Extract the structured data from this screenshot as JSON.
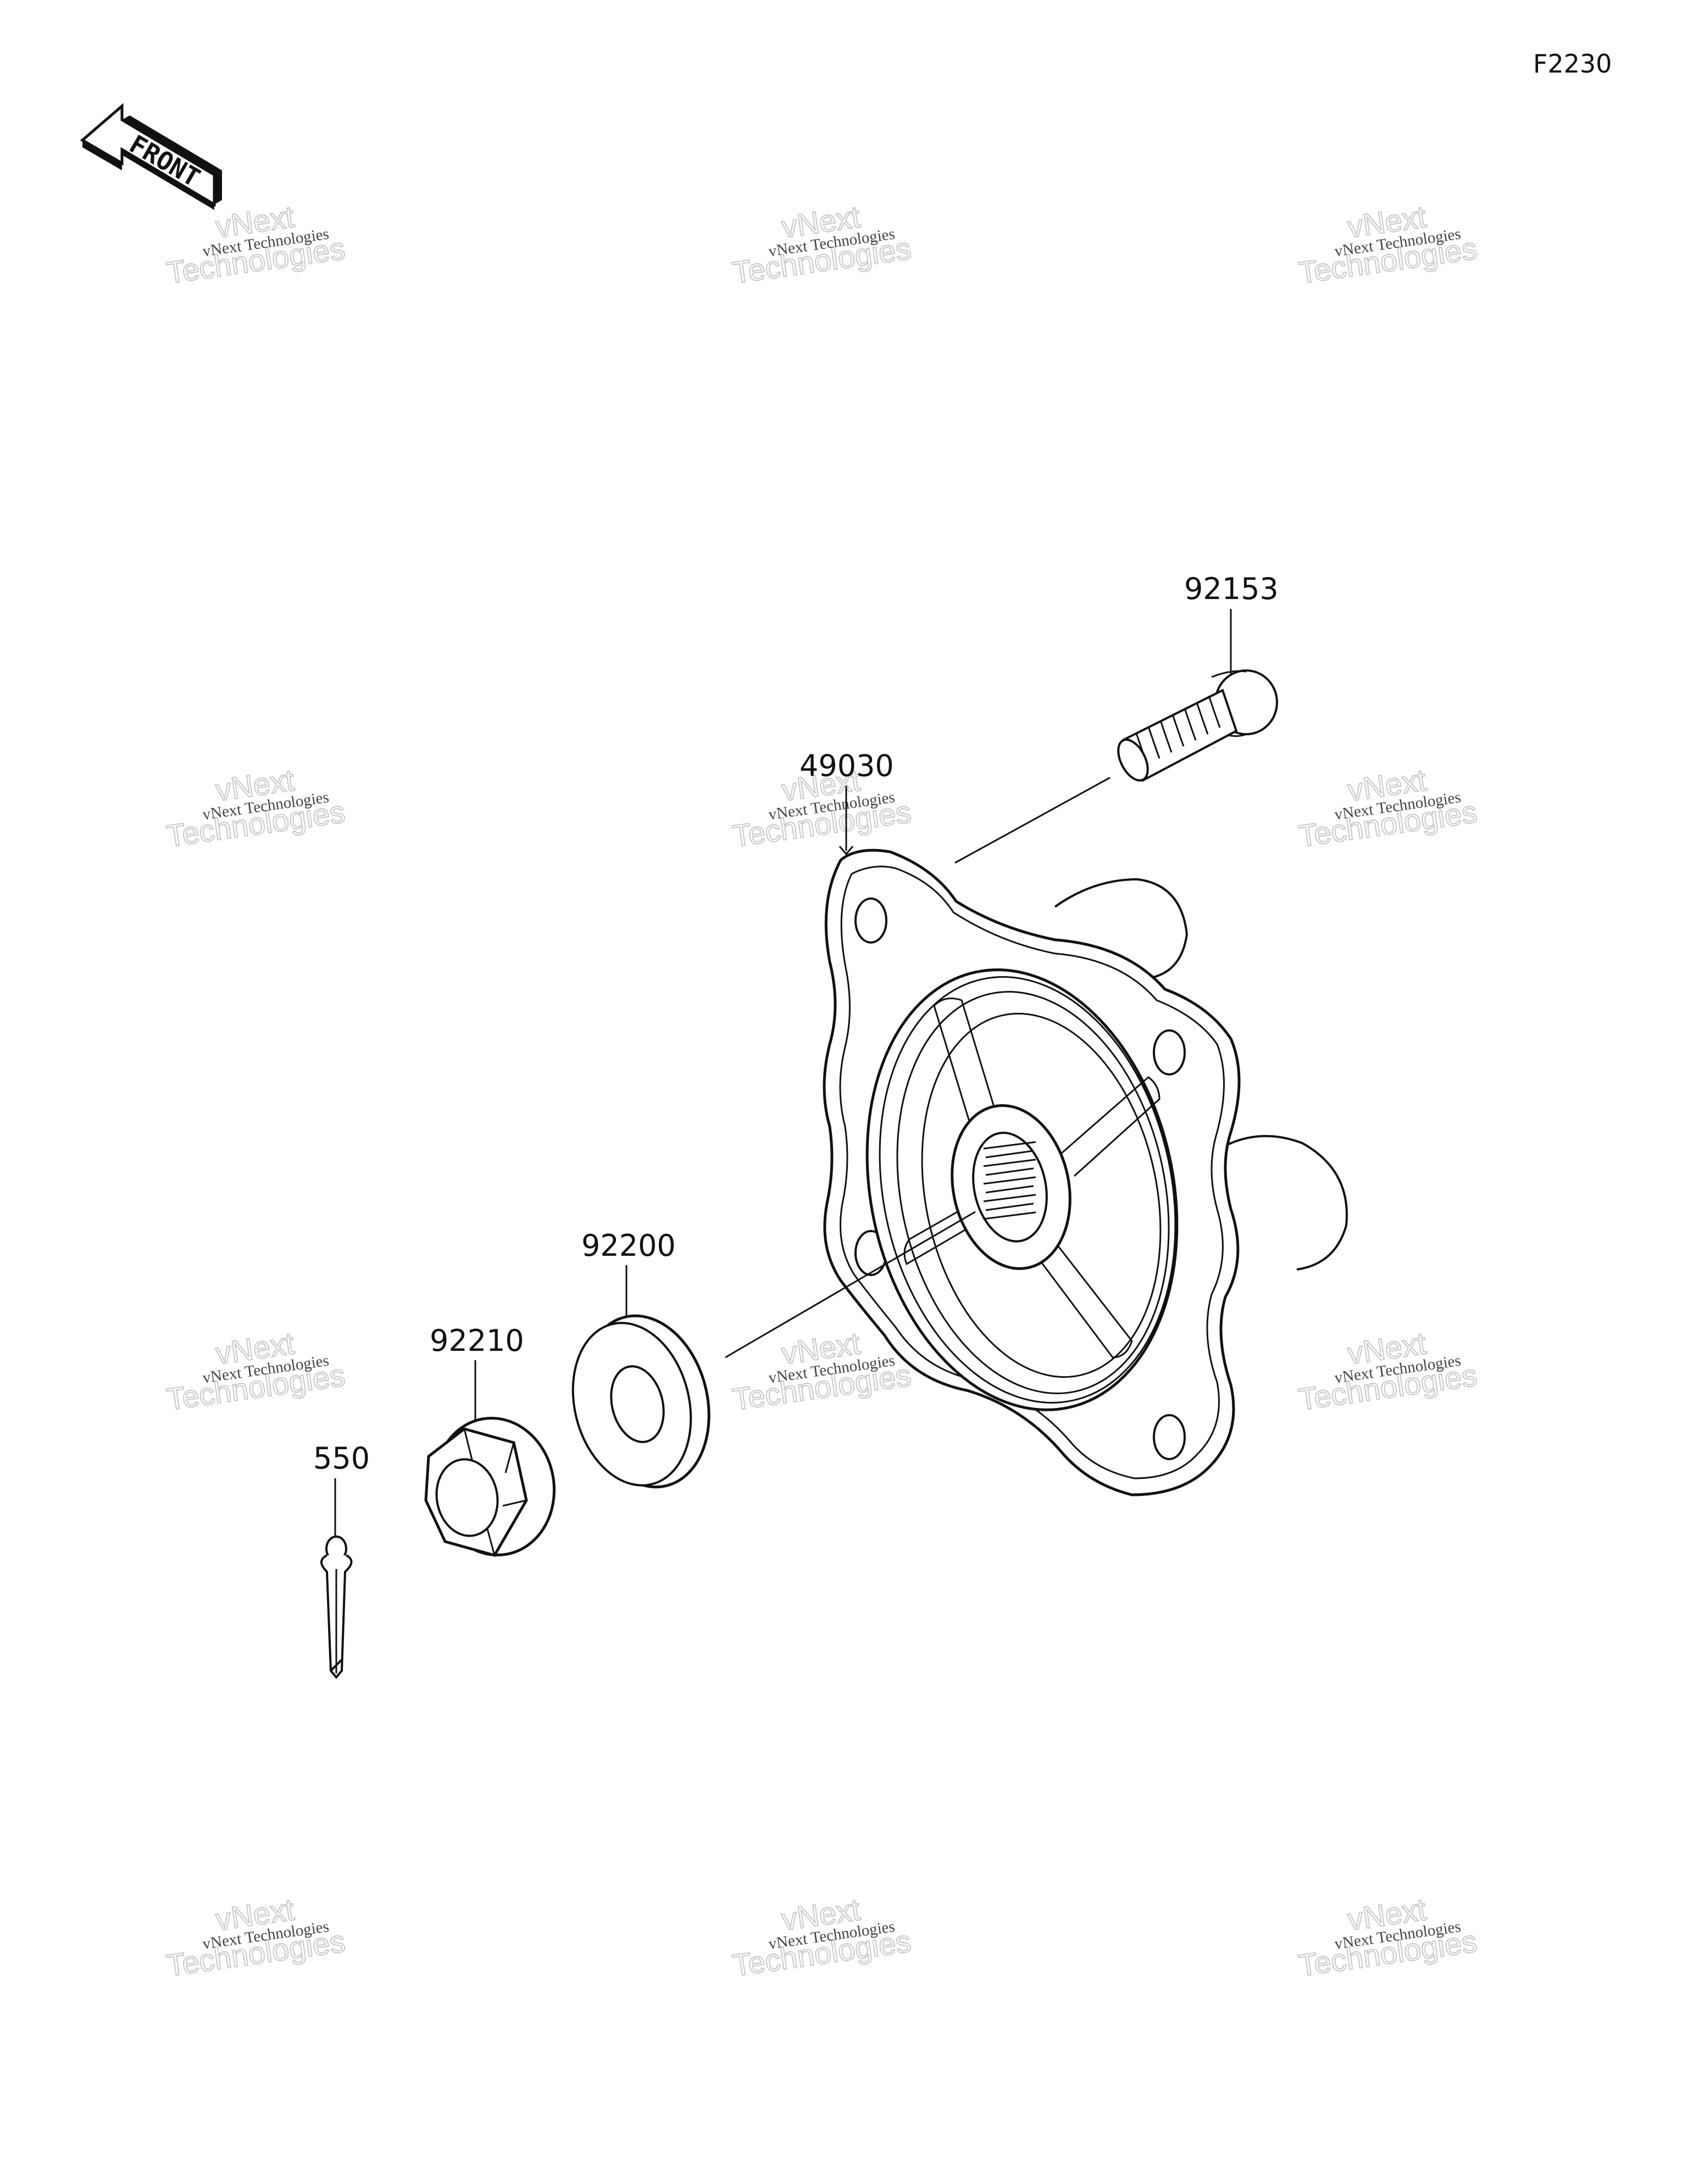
{
  "diagram": {
    "code": "F2230",
    "front_label": "FRONT",
    "watermark": {
      "line1": "vNext Technologies",
      "line2": "vNext",
      "line3": "Technologies"
    },
    "parts": [
      {
        "id": "p92153",
        "number": "92153",
        "name": "stud bolt"
      },
      {
        "id": "p49030",
        "number": "49030",
        "name": "hub"
      },
      {
        "id": "p92200",
        "number": "92200",
        "name": "washer"
      },
      {
        "id": "p92210",
        "number": "92210",
        "name": "flange nut"
      },
      {
        "id": "p550",
        "number": "550",
        "name": "cotter pin"
      }
    ]
  }
}
